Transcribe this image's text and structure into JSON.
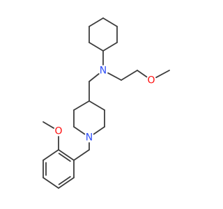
{
  "molecule": {
    "atoms": [
      {
        "id": "cyclohexyl-c1",
        "symbol": ""
      },
      {
        "id": "cyclohexyl-c2",
        "symbol": ""
      },
      {
        "id": "cyclohexyl-c3",
        "symbol": ""
      },
      {
        "id": "cyclohexyl-c4",
        "symbol": ""
      },
      {
        "id": "cyclohexyl-c5",
        "symbol": ""
      },
      {
        "id": "cyclohexyl-c6",
        "symbol": ""
      },
      {
        "id": "amine-n",
        "symbol": "N"
      },
      {
        "id": "ethyl-c1",
        "symbol": ""
      },
      {
        "id": "ethyl-c2",
        "symbol": ""
      },
      {
        "id": "ether-o",
        "symbol": "O"
      },
      {
        "id": "methyl-c",
        "symbol": ""
      },
      {
        "id": "bridge-ch2",
        "symbol": ""
      },
      {
        "id": "piperidine-c4",
        "symbol": ""
      },
      {
        "id": "piperidine-c3",
        "symbol": ""
      },
      {
        "id": "piperidine-c2",
        "symbol": ""
      },
      {
        "id": "piperidine-n",
        "symbol": "N"
      },
      {
        "id": "piperidine-c6",
        "symbol": ""
      },
      {
        "id": "piperidine-c5",
        "symbol": ""
      },
      {
        "id": "benzyl-ch2",
        "symbol": ""
      },
      {
        "id": "benzene-c1",
        "symbol": ""
      },
      {
        "id": "benzene-c2",
        "symbol": ""
      },
      {
        "id": "benzene-c3",
        "symbol": ""
      },
      {
        "id": "benzene-c4",
        "symbol": ""
      },
      {
        "id": "benzene-c5",
        "symbol": ""
      },
      {
        "id": "benzene-c6",
        "symbol": ""
      },
      {
        "id": "methoxy-o",
        "symbol": "O"
      },
      {
        "id": "methoxy-c",
        "symbol": ""
      }
    ],
    "bonds": [
      {
        "a": 0,
        "b": 1,
        "order": 1
      },
      {
        "a": 1,
        "b": 2,
        "order": 1
      },
      {
        "a": 2,
        "b": 3,
        "order": 1
      },
      {
        "a": 3,
        "b": 4,
        "order": 1
      },
      {
        "a": 4,
        "b": 5,
        "order": 1
      },
      {
        "a": 5,
        "b": 0,
        "order": 1
      },
      {
        "a": 0,
        "b": 6,
        "order": 1
      },
      {
        "a": 6,
        "b": 7,
        "order": 1
      },
      {
        "a": 7,
        "b": 8,
        "order": 1
      },
      {
        "a": 8,
        "b": 9,
        "order": 1
      },
      {
        "a": 9,
        "b": 10,
        "order": 1
      },
      {
        "a": 6,
        "b": 11,
        "order": 1
      },
      {
        "a": 11,
        "b": 12,
        "order": 1
      },
      {
        "a": 12,
        "b": 13,
        "order": 1
      },
      {
        "a": 13,
        "b": 14,
        "order": 1
      },
      {
        "a": 14,
        "b": 15,
        "order": 1
      },
      {
        "a": 15,
        "b": 16,
        "order": 1
      },
      {
        "a": 16,
        "b": 17,
        "order": 1
      },
      {
        "a": 17,
        "b": 12,
        "order": 1
      },
      {
        "a": 15,
        "b": 18,
        "order": 1
      },
      {
        "a": 18,
        "b": 19,
        "order": 1
      },
      {
        "a": 19,
        "b": 20,
        "order": 2
      },
      {
        "a": 20,
        "b": 21,
        "order": 1
      },
      {
        "a": 21,
        "b": 22,
        "order": 2
      },
      {
        "a": 22,
        "b": 23,
        "order": 1
      },
      {
        "a": 23,
        "b": 24,
        "order": 2
      },
      {
        "a": 24,
        "b": 19,
        "order": 1
      },
      {
        "a": 20,
        "b": 25,
        "order": 1
      },
      {
        "a": 25,
        "b": 26,
        "order": 1
      }
    ]
  },
  "colors": {
    "bond": "#3c3c3c",
    "nitrogen": "#3050f8",
    "oxygen": "#ff0d0d",
    "background": "#ffffff"
  }
}
